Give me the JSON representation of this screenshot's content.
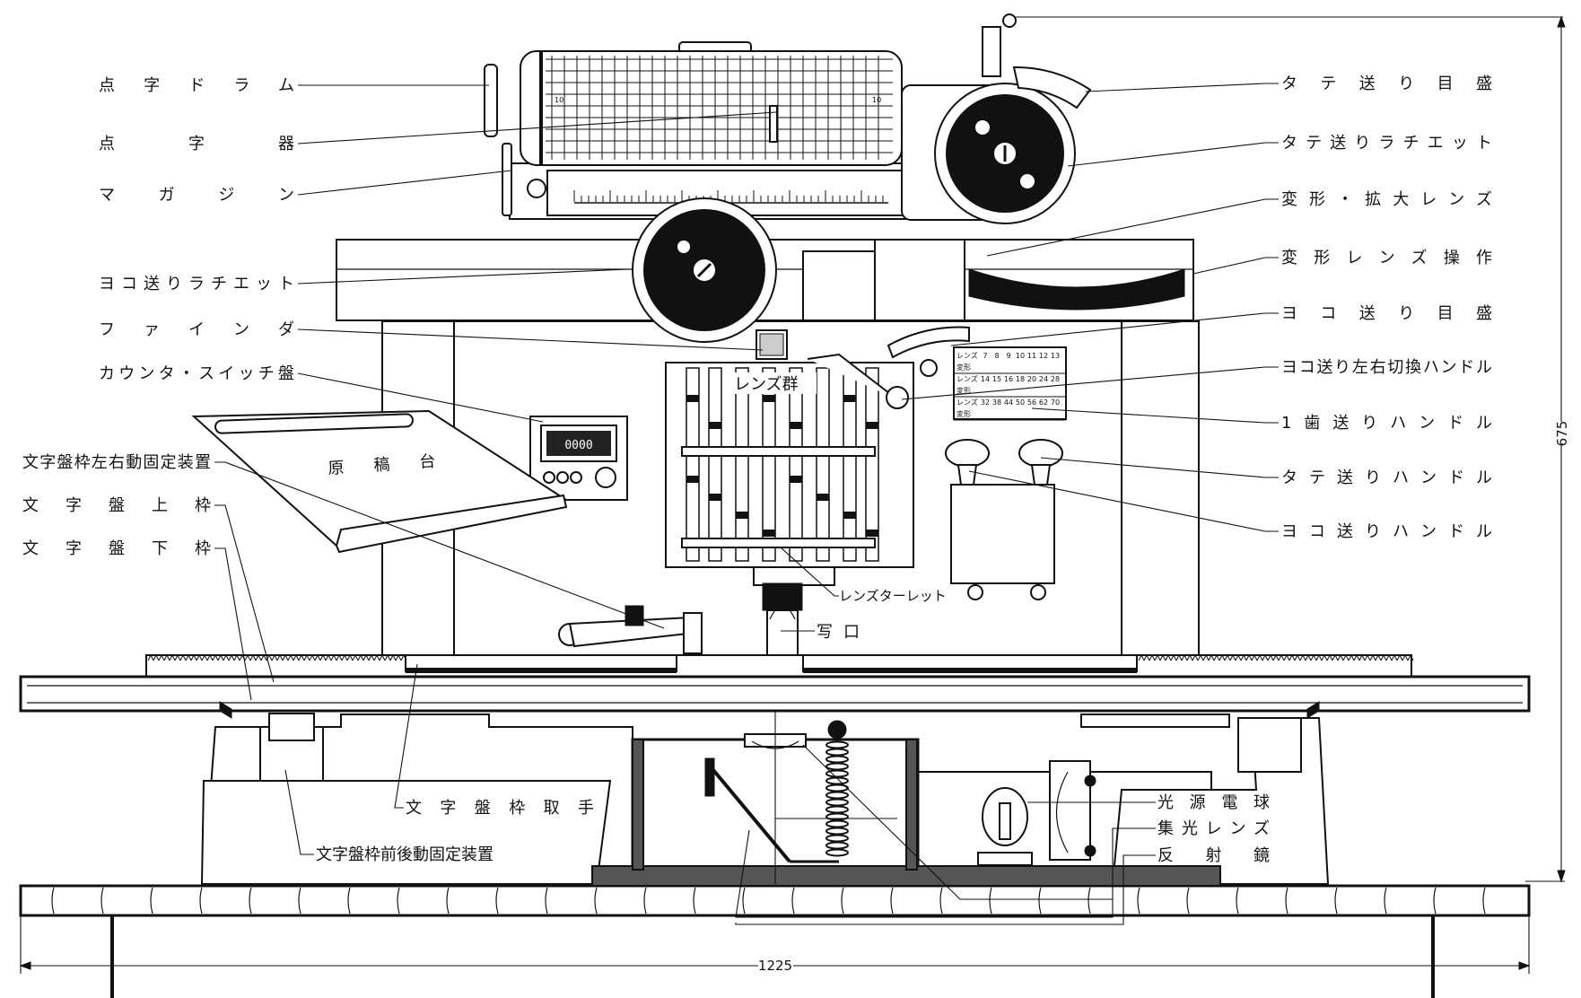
{
  "title": "Phototypesetter front view diagram",
  "left_labels": [
    "点字ドラム",
    "点字器",
    "マガジン",
    "ヨコ送りラチエット",
    "ファインダ",
    "カウンタ・スイッチ盤",
    "文字盤枠左右動固定装置",
    "文字盤上枠",
    "文字盤下枠"
  ],
  "right_labels": [
    "タテ送り目盛",
    "タテ送りラチエット",
    "変形・拡大レンズ",
    "変形レンズ操作",
    "ヨコ送り目盛",
    "ヨコ送り左右切換ハンドル",
    "1歯送りハンドル",
    "タテ送りハンドル",
    "ヨコ送りハンドル"
  ],
  "inner_labels": {
    "lens_group": "レンズ群",
    "manuscript_stand": "原稿台",
    "lens_turret": "レンズターレット",
    "exposure_port": "写口",
    "frame_handle": "文字盤枠取手",
    "frame_front_back_lock": "文字盤枠前後動固定装置",
    "light_bulb": "光源電球",
    "condenser_lens": "集光レンズ",
    "reflector": "反射鏡"
  },
  "drum_marks": [
    "10",
    "10"
  ],
  "counter_value": "0000",
  "lens_table": {
    "header_label": "レンズ",
    "row_label": "変形",
    "rows": [
      [
        "7",
        "8",
        "9",
        "10",
        "11",
        "12",
        "13"
      ],
      [
        "14",
        "15",
        "16",
        "18",
        "20",
        "24",
        "28"
      ],
      [
        "32",
        "38",
        "44",
        "50",
        "56",
        "62",
        "70"
      ]
    ]
  },
  "dimensions": {
    "height": "675",
    "width": "1225"
  }
}
